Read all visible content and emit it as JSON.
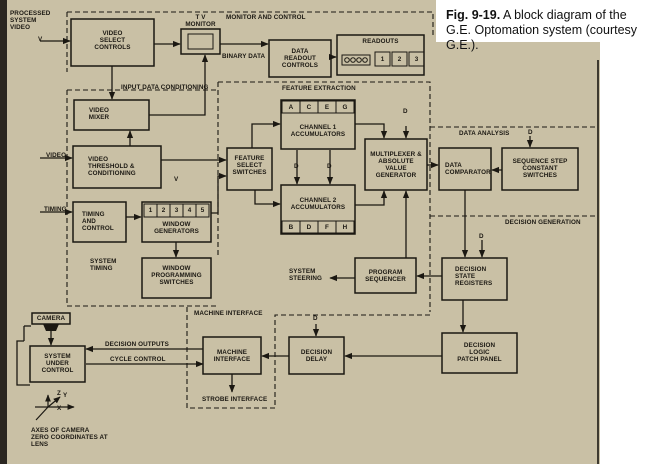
{
  "caption": {
    "label": "Fig. 9-19.",
    "text": "A block diagram of the\nG.E. Optomation system (courtesy\nG.E.)."
  },
  "regions": {
    "monitor_and_control": "MONITOR AND CONTROL",
    "input_data_conditioning": "INPUT DATA CONDITIONING",
    "feature_extraction": "FEATURE EXTRACTION",
    "data_analysis": "DATA ANALYSIS",
    "decision_generation": "DECISION GENERATION",
    "machine_interface": "MACHINE INTERFACE",
    "strobe_interface": "STROBE INTERFACE",
    "system_timing": "SYSTEM\nTIMING"
  },
  "signals": {
    "processed_video": "PROCESSED\nSYSTEM\nVIDEO",
    "video": "VIDEO",
    "timing": "TIMING",
    "binary_data": "BINARY DATA",
    "decision_outputs": "DECISION OUTPUTS",
    "cycle_control": "CYCLE CONTROL",
    "system_steering": "SYSTEM\nSTEERING",
    "v": "V",
    "d": "D",
    "axes": "AXES OF CAMERA\nZERO COORDINATES AT\nLENS",
    "axis_x": "X",
    "axis_y": "Y",
    "axis_z": "Z"
  },
  "blocks": {
    "video_select": "VIDEO\nSELECT\nCONTROLS",
    "tv_monitor": "T V\nMONITOR",
    "data_readout": "DATA\nREADOUT\nCONTROLS",
    "readouts": "READOUTS",
    "video_mixer": "VIDEO\nMIXER",
    "video_threshold": "VIDEO\nTHRESHOLD &\nCONDITIONING",
    "timing_control": "TIMING\nAND\nCONTROL",
    "window_generators": "WINDOW\nGENERATORS",
    "window_programming": "WINDOW\nPROGRAMMING\nSWITCHES",
    "feature_select": "FEATURE\nSELECT\nSWITCHES",
    "channel1": "CHANNEL 1\nACCUMULATORS",
    "channel2": "CHANNEL 2\nACCUMULATORS",
    "multiplexer": "MULTIPLEXER &\nABSOLUTE\nVALUE\nGENERATOR",
    "data_comparator": "DATA\nCOMPARATOR",
    "sequence_step": "SEQUENCE STEP\nCONSTANT\nSWITCHES",
    "program_sequencer": "PROGRAM\nSEQUENCER",
    "decision_state": "DECISION\nSTATE\nREGISTERS",
    "decision_logic": "DECISION\nLOGIC\nPATCH PANEL",
    "machine_interface_block": "MACHINE\nINTERFACE",
    "decision_delay": "DECISION\nDELAY",
    "camera": "CAMERA",
    "system_under_control": "SYSTEM\nUNDER\nCONTROL"
  },
  "readout_digits": [
    "1",
    "2",
    "3"
  ],
  "window_cells": [
    "1",
    "2",
    "3",
    "4",
    "5"
  ],
  "channel1_cells": [
    "A",
    "C",
    "E",
    "G"
  ],
  "channel2_cells": [
    "B",
    "D",
    "F",
    "H"
  ]
}
